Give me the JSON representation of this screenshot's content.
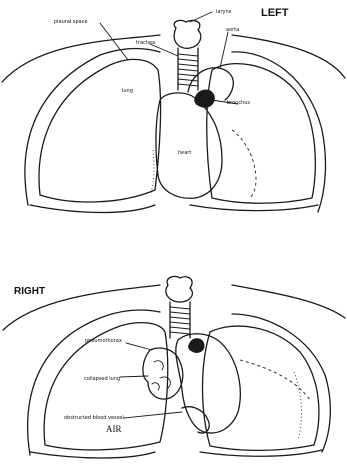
{
  "top_figure": {
    "side_label": "LEFT",
    "labels": {
      "larynx": "larynx",
      "pleural_space": "pleural space",
      "trachea": "trachea",
      "aorta": "aorta",
      "lung": "lung",
      "bronchus": "bronchus",
      "heart": "heart"
    }
  },
  "bottom_figure": {
    "side_label": "RIGHT",
    "labels": {
      "pneumothorax": "pneumothorax",
      "collapsed_lung": "collapsed lung",
      "obstructed_blood_vessel": "obstructed blood vessel",
      "air": "AIR"
    }
  },
  "colors": {
    "ink": "#1a1a1a",
    "background": "#ffffff"
  }
}
